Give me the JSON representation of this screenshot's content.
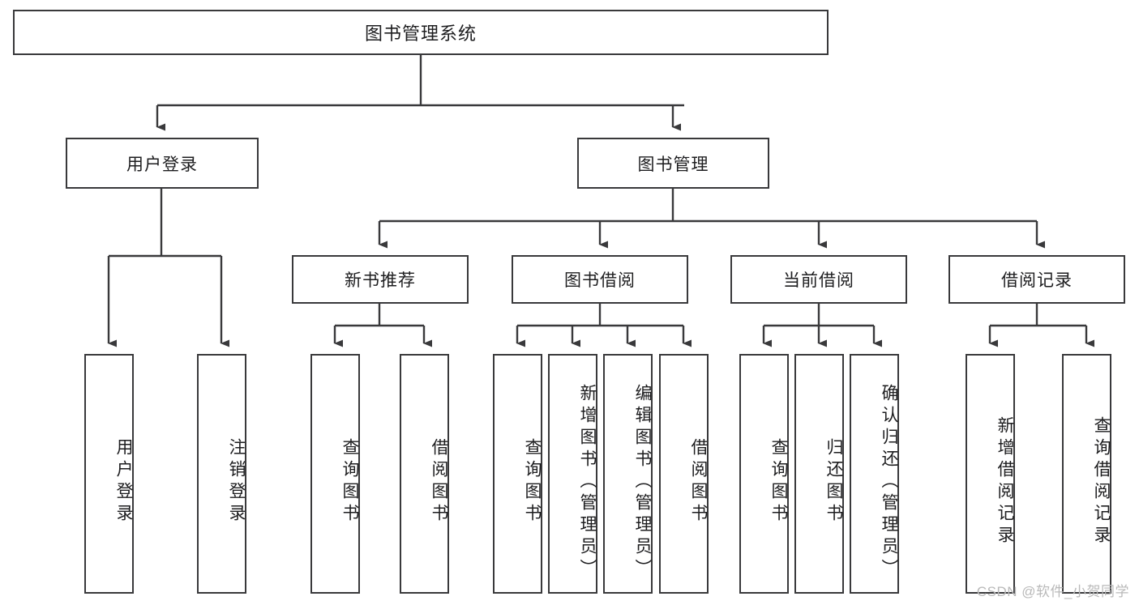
{
  "diagram": {
    "title": "图书管理系统",
    "type": "tree-hierarchy-diagram",
    "watermark": "CSDN @软件_小贺同学",
    "colors": {
      "stroke": "#39393b",
      "fill": "#ffffff",
      "text": "#1d1d1f",
      "watermark": "#b9b9b9"
    },
    "nodes": {
      "root": "图书管理系统",
      "level2": [
        "用户登录",
        "图书管理"
      ],
      "level3": [
        "新书推荐",
        "图书借阅",
        "当前借阅",
        "借阅记录"
      ],
      "leaves": {
        "user_login": [
          "用户登录",
          "注销登录"
        ],
        "new_book_recommend": [
          "查询图书",
          "借阅图书"
        ],
        "book_borrow": [
          "查询图书",
          "新增图书（管理员）",
          "编辑图书（管理员）",
          "借阅图书"
        ],
        "current_borrow": [
          "查询图书",
          "归还图书",
          "确认归还（管理员）"
        ],
        "borrow_record": [
          "新增借阅记录",
          "查询借阅记录"
        ]
      }
    }
  }
}
